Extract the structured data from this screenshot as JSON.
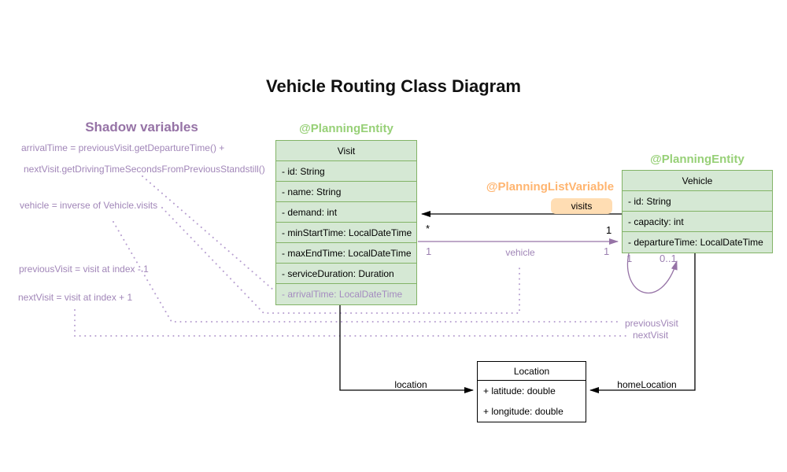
{
  "title": "Vehicle Routing Class Diagram",
  "colors": {
    "green_fill": "#d5e8d4",
    "green_stroke": "#82b366",
    "annotation_green": "#97d077",
    "annotation_orange": "#ffb570",
    "badge_orange": "#ffddb3",
    "purple": "#9673a6",
    "purple_light": "#a186b8",
    "black": "#000000"
  },
  "shadow_panel": {
    "heading": "Shadow variables",
    "lines": [
      "arrivalTime = previousVisit.getDepartureTime() +",
      "nextVisit.getDrivingTimeSecondsFromPreviousStandstill()",
      "vehicle = inverse of Vehicle.visits",
      "previousVisit = visit at index - 1",
      "nextVisit = visit at index + 1"
    ]
  },
  "classes": {
    "visit": {
      "annotation": "@PlanningEntity",
      "name": "Visit",
      "attributes": [
        "- id: String",
        "- name: String",
        "- demand: int",
        "- minStartTime: LocalDateTime",
        "- maxEndTime: LocalDateTime",
        "- serviceDuration: Duration",
        "- arrivalTime: LocalDateTime"
      ]
    },
    "vehicle": {
      "annotation": "@PlanningEntity",
      "name": "Vehicle",
      "attributes": [
        "- id: String",
        "- capacity: int",
        "- departureTime: LocalDateTime"
      ]
    },
    "location": {
      "name": "Location",
      "attributes": [
        "+ latitude: double",
        "+ longitude: double"
      ]
    }
  },
  "relations": {
    "visits": {
      "annotation": "@PlanningListVariable",
      "label": "visits",
      "mult_visit_side": "*",
      "mult_vehicle_side": "1"
    },
    "vehicle_ref": {
      "label": "vehicle",
      "mult_left": "1",
      "mult_right": "1"
    },
    "self_loop": {
      "mult_left": "1",
      "mult_right": "0..1"
    },
    "location_ref": {
      "label": "location"
    },
    "home_location_ref": {
      "label": "homeLocation"
    },
    "previous_visit_ref": {
      "label": "previousVisit"
    },
    "next_visit_ref": {
      "label": "nextVisit"
    }
  }
}
